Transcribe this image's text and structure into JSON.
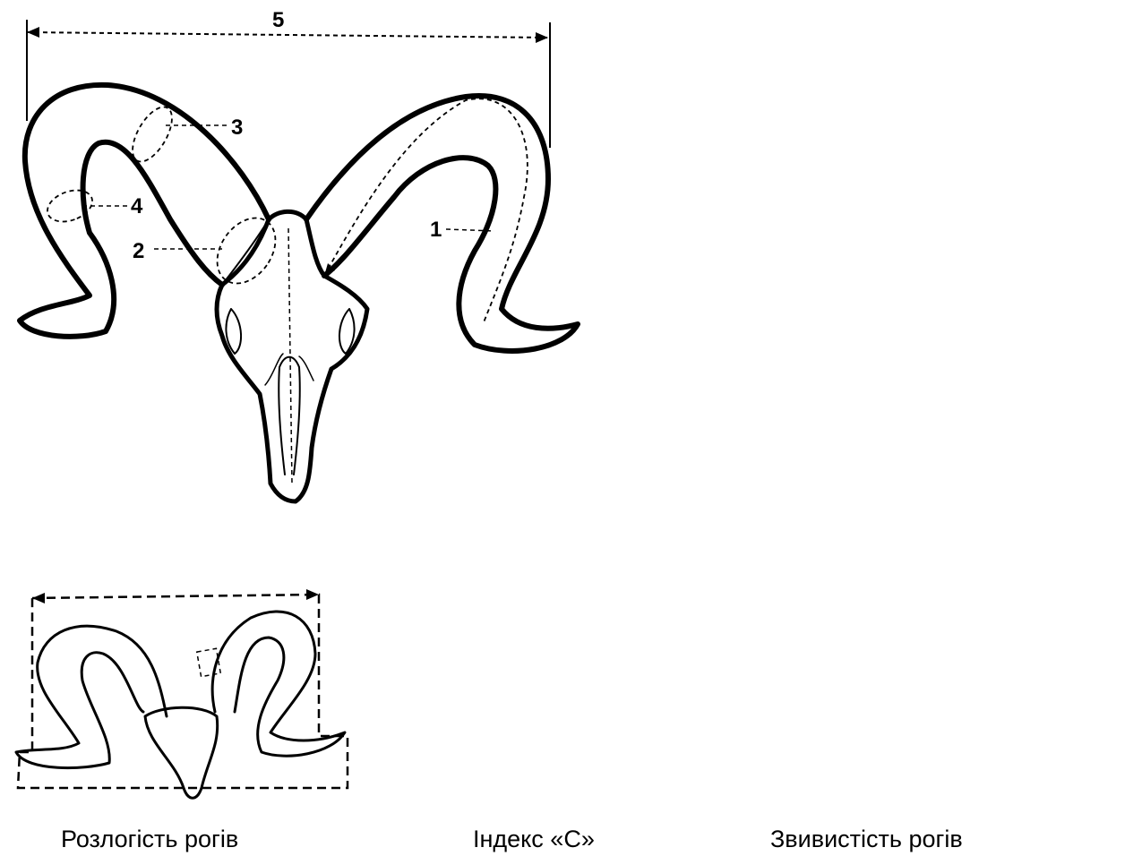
{
  "main_diagram": {
    "labels": {
      "m1": "1",
      "m2": "2",
      "m3": "3",
      "m4": "4",
      "m5": "5"
    }
  },
  "captions": {
    "spread": "Розлогість рогів",
    "c_index": "Індекс «С»",
    "curvature": "Звивистість рогів"
  },
  "colors": {
    "ink": "#000000",
    "background": "#ffffff"
  }
}
